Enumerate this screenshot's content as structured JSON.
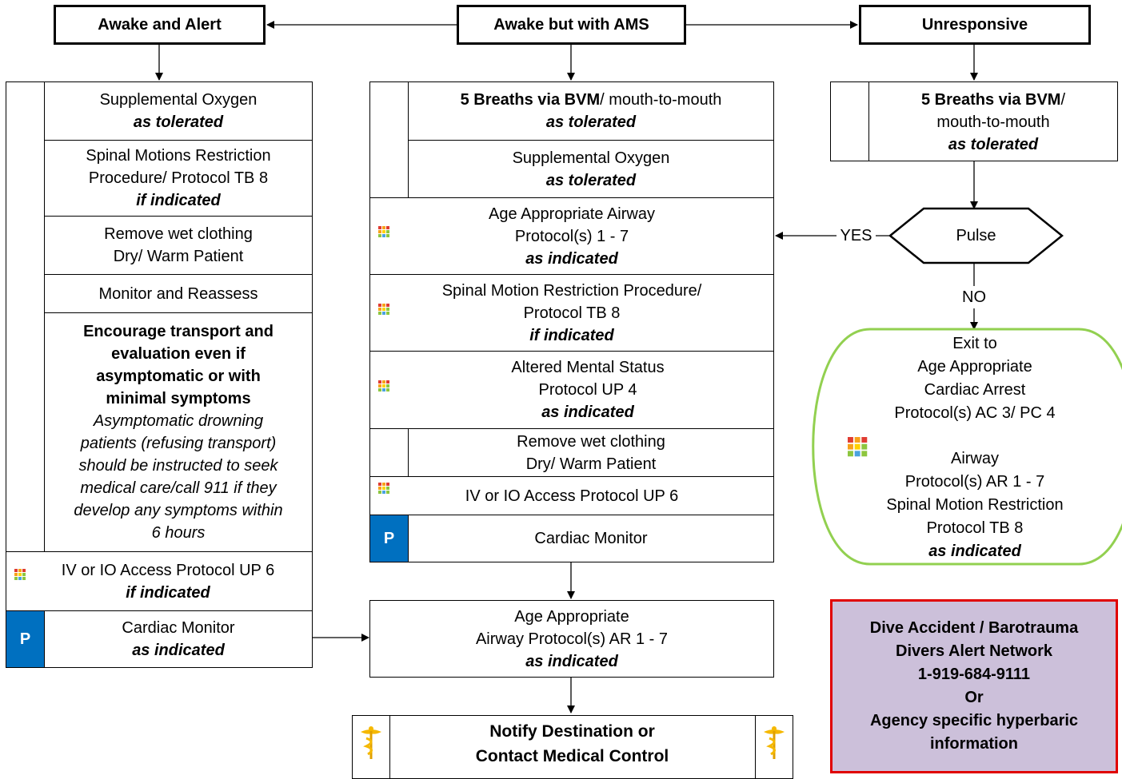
{
  "headers": {
    "alert": "Awake and Alert",
    "ams": "Awake but with AMS",
    "unresponsive": "Unresponsive"
  },
  "left_column": {
    "oxygen": {
      "title": "Supplemental Oxygen",
      "qualifier": "as tolerated"
    },
    "spinal": {
      "line1": "Spinal Motions Restriction",
      "line2": "Procedure/ Protocol TB 8",
      "qualifier": "if indicated"
    },
    "wet": {
      "line1": "Remove wet clothing",
      "line2": "Dry/ Warm Patient"
    },
    "monitor": {
      "title": "Monitor and Reassess"
    },
    "encourage": {
      "bold_lines": [
        "Encourage transport and",
        "evaluation even if",
        "asymptomatic or with",
        "minimal symptoms"
      ],
      "italic_lines": [
        "Asymptomatic drowning",
        "patients (refusing transport)",
        "should be instructed to seek",
        "medical care/call 911 if they",
        "develop any symptoms within",
        "6 hours"
      ]
    },
    "iv": {
      "title": "IV or IO Access Protocol UP 6",
      "qualifier": "if indicated"
    },
    "cardiac": {
      "badge": "P",
      "title": "Cardiac Monitor",
      "qualifier": "as indicated"
    }
  },
  "middle_column": {
    "breaths": {
      "bold": "5 Breaths via BVM",
      "rest": "/ mouth-to-mouth",
      "qualifier": "as tolerated"
    },
    "oxygen": {
      "title": "Supplemental Oxygen",
      "qualifier": "as tolerated"
    },
    "airway": {
      "line1": "Age Appropriate Airway",
      "line2": "Protocol(s) 1 - 7",
      "qualifier": "as indicated"
    },
    "spinal": {
      "line1": "Spinal Motion Restriction Procedure/",
      "line2": "Protocol TB 8",
      "qualifier": "if indicated"
    },
    "ams": {
      "line1": "Altered Mental Status",
      "line2": "Protocol UP 4",
      "qualifier": "as indicated"
    },
    "wet": {
      "line1": "Remove wet clothing",
      "line2": "Dry/ Warm Patient"
    },
    "iv": {
      "title": "IV or IO Access Protocol UP 6"
    },
    "cardiac": {
      "badge": "P",
      "title": "Cardiac Monitor"
    }
  },
  "airway_final": {
    "line1": "Age Appropriate",
    "line2": "Airway Protocol(s) AR 1 - 7",
    "qualifier": "as indicated"
  },
  "notify": {
    "line1": "Notify Destination or",
    "line2": "Contact Medical Control"
  },
  "right_column": {
    "breaths": {
      "bold": "5 Breaths via BVM",
      "rest": "/",
      "line2": "mouth-to-mouth",
      "qualifier": "as tolerated"
    },
    "pulse": {
      "label": "Pulse",
      "yes": "YES",
      "no": "NO"
    },
    "exit": {
      "lines_top": [
        "Exit to",
        "Age Appropriate",
        "Cardiac Arrest",
        "Protocol(s) AC 3/ PC 4"
      ],
      "lines_bottom": [
        "Airway",
        "Protocol(s) AR 1 - 7",
        "Spinal Motion Restriction",
        "Protocol TB 8"
      ],
      "qualifier": "as indicated"
    }
  },
  "dive_box": {
    "lines": [
      "Dive Accident / Barotrauma",
      "Divers Alert Network",
      "1-919-684-9111",
      "Or",
      "Agency specific hyperbaric",
      "information"
    ]
  },
  "colors": {
    "paramedic_blue": "#0070c0",
    "dive_border": "#e00000",
    "dive_fill": "#ccc0da",
    "exit_oval": "#92d050",
    "caduceus": "#f5b800"
  },
  "icons": [
    "color-grid-icon",
    "caduceus-icon"
  ]
}
